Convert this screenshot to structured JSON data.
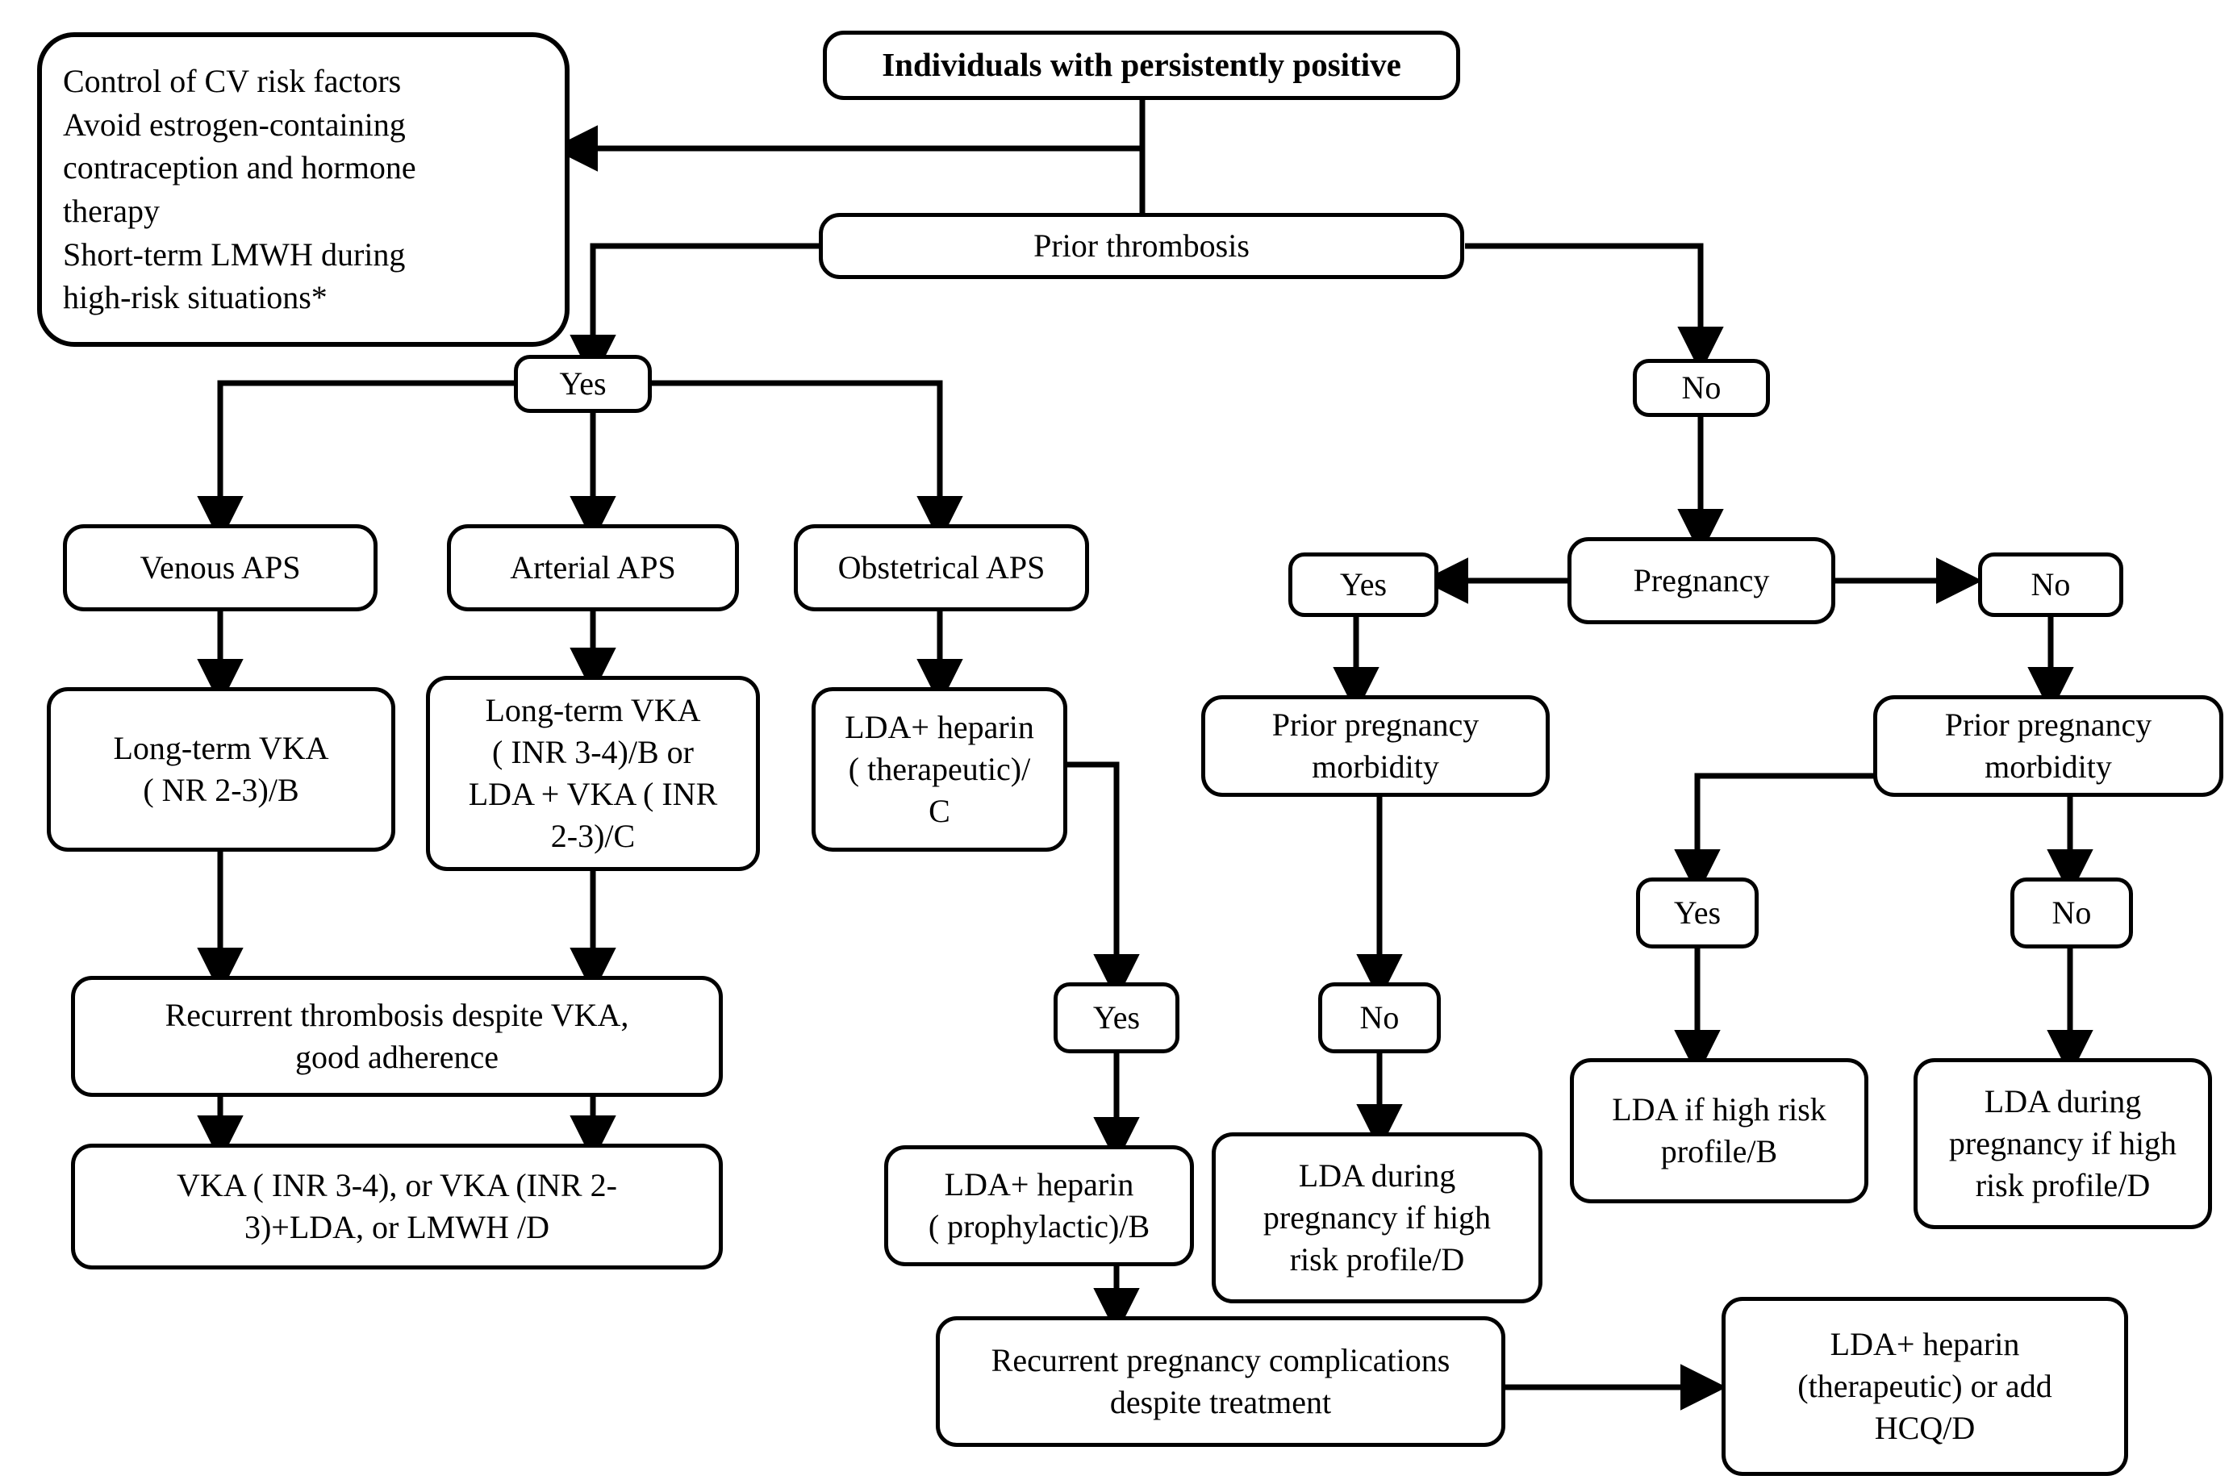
{
  "diagram": {
    "title_node": "Individuals with persistently positive",
    "footnote_marker": "*"
  },
  "nodes": {
    "advice_panel": "Control of CV risk factors\nAvoid estrogen-containing\ncontraception and hormone\ntherapy\nShort-term LMWH during\nhigh-risk situations*",
    "header": "Individuals with persistently positive",
    "prior_thrombosis": "Prior thrombosis",
    "thrombosis_yes": "Yes",
    "thrombosis_no": "No",
    "venous_aps": "Venous APS",
    "arterial_aps": "Arterial APS",
    "obstetrical_aps": "Obstetrical APS",
    "venous_tx": "Long-term VKA\n( NR 2-3)/B",
    "arterial_tx": "Long-term VKA\n( INR 3-4)/B or\nLDA + VKA ( INR\n2-3)/C",
    "obstetrical_tx": "LDA+ heparin\n( therapeutic)/\nC",
    "recurrent_thrombosis": "Recurrent thrombosis despite VKA,\ngood adherence",
    "recurrent_thrombosis_tx": "VKA ( INR 3-4), or VKA (INR 2-\n3)+LDA, or LMWH /D",
    "pregnancy": "Pregnancy",
    "pregnancy_yes": "Yes",
    "pregnancy_no": "No",
    "ppm_left": "Prior pregnancy\nmorbidity",
    "ppm_right": "Prior pregnancy\nmorbidity",
    "ppm_left_yes": "Yes",
    "ppm_left_no": "No",
    "ppm_right_yes": "Yes",
    "ppm_right_no": "No",
    "lda_heparin_prophylactic": "LDA+ heparin\n( prophylactic)/B",
    "lda_during_pregnancy_mid": "LDA during\npregnancy if high\nrisk profile/D",
    "lda_high_risk_b": "LDA if high risk\nprofile/B",
    "lda_during_pregnancy_right": "LDA during\npregnancy if high\nrisk profile/D",
    "recurrent_pregnancy": "Recurrent pregnancy complications\ndespite treatment",
    "recurrent_pregnancy_tx": "LDA+ heparin\n(therapeutic) or add\nHCQ/D"
  },
  "style": {
    "stroke": "#000000",
    "background": "#ffffff"
  }
}
